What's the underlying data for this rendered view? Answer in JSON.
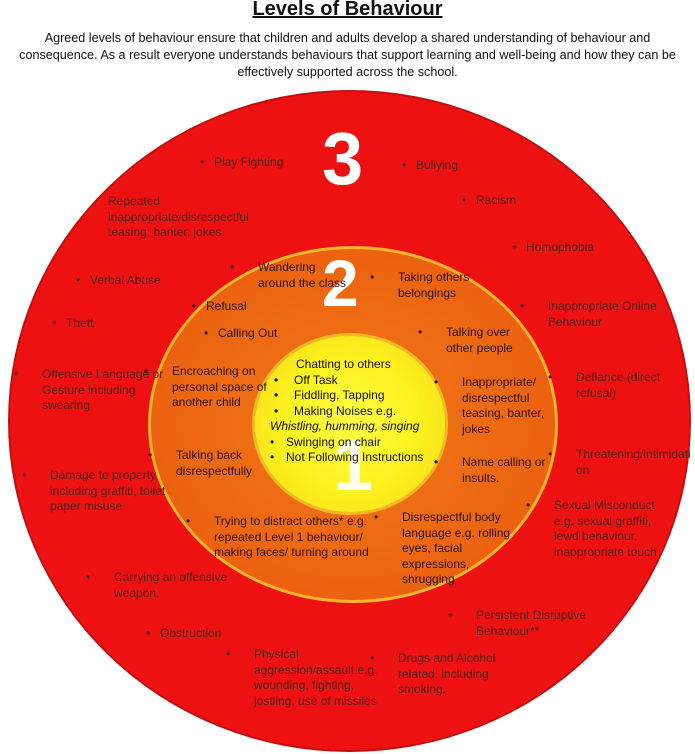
{
  "title": "Levels of Behaviour",
  "intro": "Agreed levels of behaviour ensure that children and adults develop a shared understanding of behaviour and consequence.  As a result everyone understands behaviours that support learning and well-being and how they can be effectively supported across the school.",
  "levels": {
    "three": "3",
    "two": "2",
    "one": "1"
  },
  "colors": {
    "level3": "#ee1111",
    "level2": "#ec6210",
    "level1": "#fdf01e",
    "ring_border": "#f6b52a"
  },
  "level3_items": {
    "play_fighting": "Play Fighting",
    "bullying": "Bullying",
    "racism": "Racism",
    "repeated": "Repeated inappropriate/disrespectful teasing, banter, jokes.",
    "homophobia": "Homophobia",
    "verbal_abuse": "Verbal Abuse",
    "theft": "Theft",
    "online": "Inappropriate Online Behaviour",
    "offensive_language": "Offensive Language or Gesture including swearing",
    "defiance": "Defiance (direct refusal)",
    "threatening": "Threatening/intimidation",
    "damage": "Damage to property including graffiti, toilet paper misuse",
    "sexual": "Sexual Misconduct e.g. sexual graffiti, lewd behaviour, inappropriate touch",
    "weapon": "Carrying an offensive weapon.",
    "persistent": "Persistent Disruptive Behaviour**",
    "obstruction": "Obstruction",
    "physical": "Physical aggression/assault e.g. wounding, fighting, jostling, use of missiles",
    "drugs": "Drugs and Alcohol related, including smoking."
  },
  "level2_items": {
    "wandering": "Wandering around the class",
    "taking": "Taking others belongings",
    "refusal": "Refusal",
    "calling_out": "Calling Out",
    "talking_over": "Talking over other people",
    "encroaching": "Encroaching on personal space of another child",
    "inappropriate_teasing": "Inappropriate/ disrespectful teasing, banter, jokes",
    "talking_back": "Talking back disrespectfully",
    "name_calling": "Name calling or insults.",
    "distract": "Trying to distract others* e.g. repeated Level 1 behaviour/ making faces/ turning around",
    "body_language": "Disrespectful body language e.g. rolling eyes, facial expressions, shrugging"
  },
  "level1_items": {
    "chatting": "Chatting to others",
    "off_task": "Off Task",
    "fiddling": "Fiddling, Tapping",
    "noises": "Making Noises e.g.",
    "noises_example": "Whistling, humming, singing",
    "swinging": "Swinging on chair",
    "not_following": "Not Following Instructions"
  }
}
